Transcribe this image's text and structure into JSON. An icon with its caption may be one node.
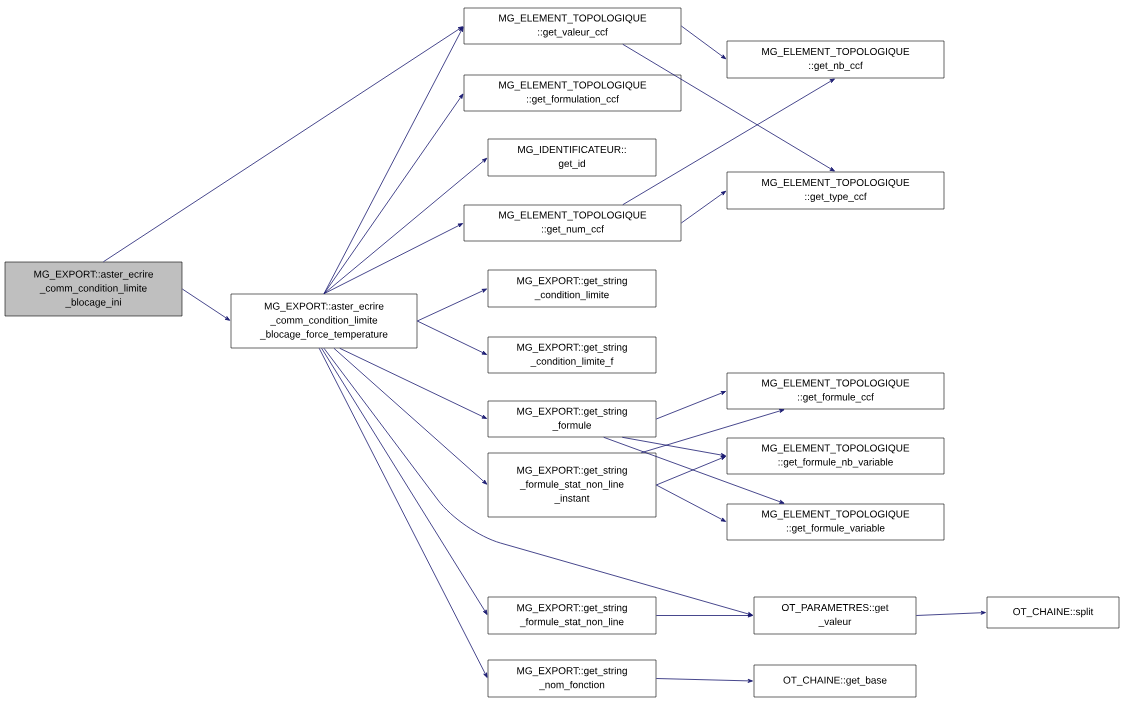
{
  "diagram": {
    "nodes": [
      {
        "text": [
          "MG_EXPORT::aster_ecrire _comm_condition_limite _blocage_ini"
        ]
      },
      {
        "text": [
          "MG_EXPORT::aster_ecrire _comm_condition_limite _blocage_force_temperature"
        ]
      },
      {
        "text": [
          "MG_ELEMENT_TOPOLOGIQUE ::get_valeur_ccf"
        ]
      },
      {
        "text": [
          "MG_ELEMENT_TOPOLOGIQUE ::get_formulation_ccf"
        ]
      },
      {
        "text": [
          "MG_IDENTIFICATEUR:: get_id"
        ]
      },
      {
        "text": [
          "MG_ELEMENT_TOPOLOGIQUE ::get_num_ccf"
        ]
      },
      {
        "text": [
          "MG_EXPORT::get_string _condition_limite"
        ]
      },
      {
        "text": [
          "MG_EXPORT::get_string _condition_limite_f"
        ]
      },
      {
        "text": [
          "MG_EXPORT::get_string _formule"
        ]
      },
      {
        "text": [
          "MG_EXPORT::get_string _formule_stat_non_line _instant"
        ]
      },
      {
        "text": [
          "MG_EXPORT::get_string _formule_stat_non_line"
        ]
      },
      {
        "text": [
          "MG_EXPORT::get_string _nom_fonction"
        ]
      },
      {
        "text": [
          "MG_ELEMENT_TOPOLOGIQUE ::get_nb_ccf"
        ]
      },
      {
        "text": [
          "MG_ELEMENT_TOPOLOGIQUE ::get_type_ccf"
        ]
      },
      {
        "text": [
          "MG_ELEMENT_TOPOLOGIQUE ::get_formule_ccf"
        ]
      },
      {
        "text": [
          "MG_ELEMENT_TOPOLOGIQUE ::get_formule_nb_variable"
        ]
      },
      {
        "text": [
          "MG_ELEMENT_TOPOLOGIQUE ::get_formule_variable"
        ]
      },
      {
        "text": [
          "OT_PARAMETRES::get _valeur"
        ]
      },
      {
        "text": [
          "OT_CHAINE::split"
        ]
      },
      {
        "text": [
          "OT_CHAINE::get_base"
        ]
      }
    ],
    "edges": [
      {
        "from": 0,
        "to": 2,
        "arrow": "to"
      },
      {
        "from": 0,
        "to": 1,
        "arrow": "to"
      },
      {
        "from": 1,
        "to": 2,
        "arrow": "to"
      },
      {
        "from": 1,
        "to": 3,
        "arrow": "to"
      },
      {
        "from": 1,
        "to": 4,
        "arrow": "to"
      },
      {
        "from": 1,
        "to": 5,
        "arrow": "to"
      },
      {
        "from": 1,
        "to": 6,
        "arrow": "to"
      },
      {
        "from": 1,
        "to": 7,
        "arrow": "to"
      },
      {
        "from": 1,
        "to": 8,
        "arrow": "to"
      },
      {
        "from": 1,
        "to": 9,
        "arrow": "to"
      },
      {
        "from": 1,
        "to": 17,
        "arrow": "to"
      },
      {
        "from": 1,
        "to": 10,
        "arrow": "to"
      },
      {
        "from": 1,
        "to": 11,
        "arrow": "to"
      },
      {
        "from": 2,
        "to": 12,
        "arrow": "to"
      },
      {
        "from": 2,
        "to": 13,
        "arrow": "to"
      },
      {
        "from": 5,
        "to": 12,
        "arrow": "to"
      },
      {
        "from": 5,
        "to": 13,
        "arrow": "to"
      },
      {
        "from": 8,
        "to": 14,
        "arrow": "to"
      },
      {
        "from": 8,
        "to": 15,
        "arrow": "to"
      },
      {
        "from": 8,
        "to": 16,
        "arrow": "to"
      },
      {
        "from": 9,
        "to": 14,
        "arrow": "to"
      },
      {
        "from": 9,
        "to": 15,
        "arrow": "to"
      },
      {
        "from": 9,
        "to": 16,
        "arrow": "to"
      },
      {
        "from": 10,
        "to": 17,
        "arrow": "to"
      },
      {
        "from": 17,
        "to": 18,
        "arrow": "to"
      },
      {
        "from": 11,
        "to": 19,
        "arrow": "to"
      }
    ]
  }
}
